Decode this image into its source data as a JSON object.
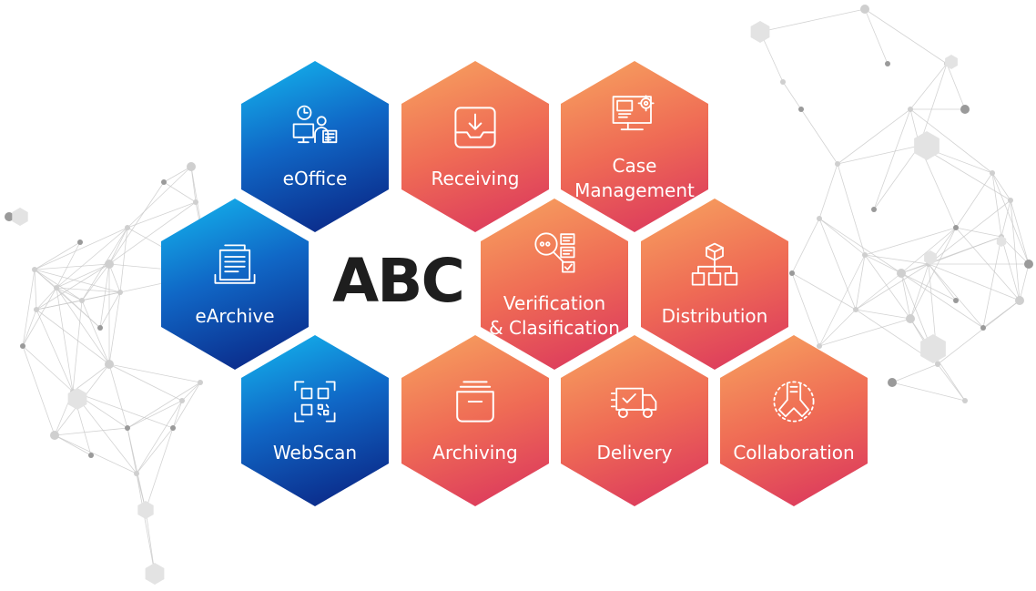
{
  "brand": {
    "name": "ABC"
  },
  "tiles": [
    {
      "id": "eoffice",
      "label": "eOffice",
      "icon": "office-worker-clock-icon",
      "theme": "blue"
    },
    {
      "id": "receiving",
      "label": "Receiving",
      "icon": "inbox-tray-icon",
      "theme": "orange"
    },
    {
      "id": "case-management",
      "label": "Case\nManagement",
      "icon": "monitor-gear-icon",
      "theme": "orange"
    },
    {
      "id": "earchive",
      "label": "eArchive",
      "icon": "document-stack-icon",
      "theme": "blue"
    },
    {
      "id": "verification",
      "label": "Verification\n& Clasification",
      "icon": "magnifier-checklist-icon",
      "theme": "orange"
    },
    {
      "id": "distribution",
      "label": "Distribution",
      "icon": "package-hierarchy-icon",
      "theme": "orange"
    },
    {
      "id": "webscan",
      "label": "WebScan",
      "icon": "qr-code-scan-icon",
      "theme": "blue"
    },
    {
      "id": "archiving",
      "label": "Archiving",
      "icon": "archive-box-icon",
      "theme": "orange"
    },
    {
      "id": "delivery",
      "label": "Delivery",
      "icon": "delivery-truck-icon",
      "theme": "orange"
    },
    {
      "id": "collaboration",
      "label": "Collaboration",
      "icon": "hands-together-icon",
      "theme": "orange"
    }
  ],
  "colors": {
    "blue_top": "#14b8ef",
    "blue_bottom": "#0a1f7e",
    "orange_top": "#f7a45f",
    "orange_bottom": "#d9325e",
    "brand_text": "#1e1e1e",
    "network": "#c8c8c8"
  }
}
